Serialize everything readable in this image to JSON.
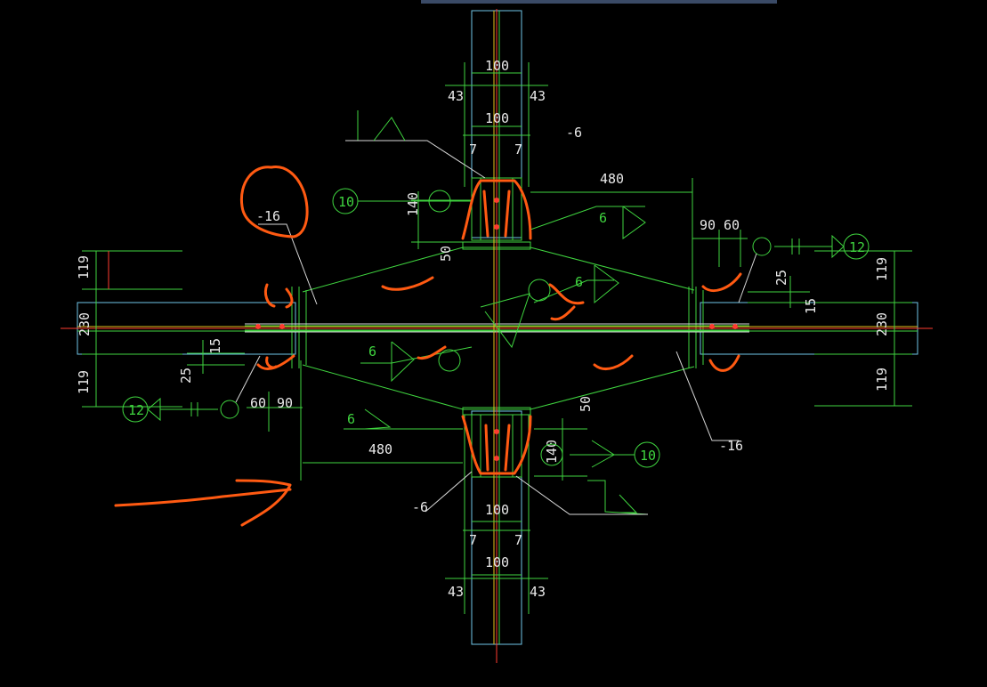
{
  "dims": {
    "top_100_a": "100",
    "top_43_l": "43",
    "top_43_r": "43",
    "top_100_b": "100",
    "top_7_l": "7",
    "top_7_r": "7",
    "top_plate": "-6",
    "top_480": "480",
    "top_140": "140",
    "top_50": "50",
    "top_weld": "6",
    "right_90": "90",
    "right_60": "60",
    "right_bolt": "12",
    "right_119_t": "119",
    "right_230": "230",
    "right_119_b": "119",
    "right_25": "25",
    "right_15": "15",
    "right_gusset": "-16",
    "center_weld_r": "6",
    "left_119_t": "119",
    "left_230": "230",
    "left_119_b": "119",
    "left_15": "15",
    "left_25": "25",
    "left_gusset": "-16",
    "left_60": "60",
    "left_90": "90",
    "left_bolt": "12",
    "center_weld_l": "6",
    "bot_weld": "6",
    "bot_480": "480",
    "bot_50": "50",
    "bot_140": "140",
    "bot_plate": "-6",
    "bot_100_a": "100",
    "bot_7_l": "7",
    "bot_7_r": "7",
    "bot_100_b": "100",
    "bot_43_l": "43",
    "bot_43_r": "43",
    "top_ref": "10",
    "bot_ref": "10"
  },
  "colors": {
    "background": "#000000",
    "dimension": "#3fd43f",
    "leader": "#d8d8d8",
    "member": "#6fc6e8",
    "centerline": "#ff3b2f",
    "markup": "#ff5a12"
  }
}
